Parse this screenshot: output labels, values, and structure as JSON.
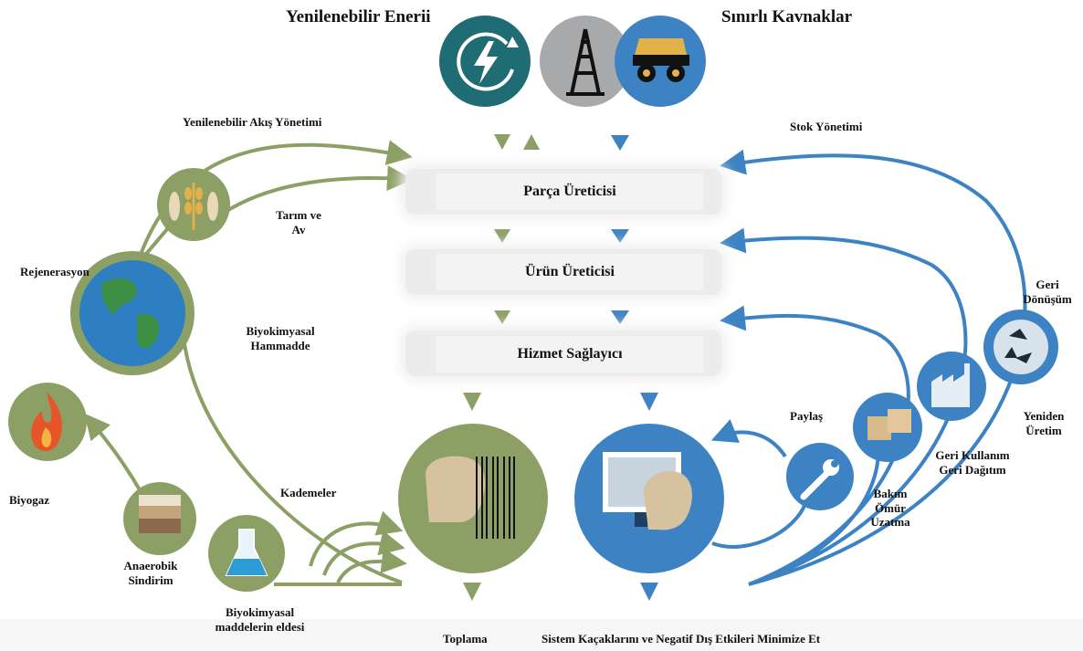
{
  "header": {
    "renewable": "Yenilenebilir Enerii",
    "finite": "Sınırlı Kavnaklar"
  },
  "labels": {
    "renewable_flow": "Yenilenebilir Akış Yönetimi",
    "stock_mgmt": "Stok Yönetimi",
    "farming_1": "Tarım ve",
    "farming_2": "Av",
    "regeneration": "Rejenerasyon",
    "biochem_feedstock_1": "Biyokimyasal",
    "biochem_feedstock_2": "Hammadde",
    "biogas": "Biyogaz",
    "cascades": "Kademeler",
    "anaerobic_1": "Anaerobik",
    "anaerobic_2": "Sindirim",
    "extraction_1": "Biyokimyasal",
    "extraction_2": "maddelerin eldesi",
    "share": "Paylaş",
    "maintain_1": "Bakım",
    "maintain_2": "Ömür",
    "maintain_3": "Uzatma",
    "reuse_1": "Geri Kullanım",
    "reuse_2": "Geri Dağıtım",
    "recycle_1": "Geri",
    "recycle_2": "Dönüşüm",
    "remanufacture_1": "Yeniden",
    "remanufacture_2": "Üretim",
    "collection": "Toplama",
    "minimize": "Sistem Kaçaklarını ve Negatif Dış Etkileri Minimize Et"
  },
  "stages": {
    "parts": "Parça Üreticisi",
    "product": "Ürün Üreticisi",
    "service": "Hizmet Sağlayıcı"
  },
  "colors": {
    "green": "#8c9f64",
    "green_dark": "#7a8c55",
    "blue": "#3d83c4",
    "blue_light": "#5596d0",
    "teal": "#1f6c74",
    "gray": "#a7a9ab"
  }
}
